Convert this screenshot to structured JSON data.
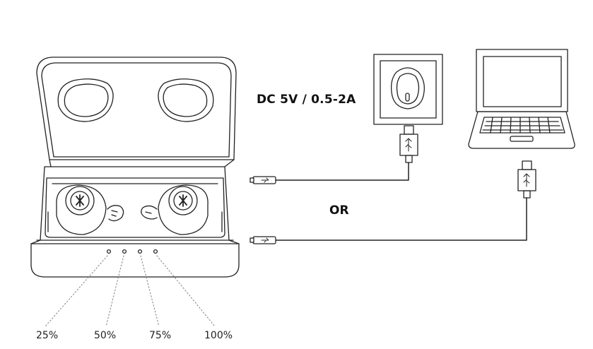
{
  "diagram": {
    "power_spec": "DC 5V / 0.5-2A",
    "or_label": "OR",
    "battery_levels": [
      "25%",
      "50%",
      "75%",
      "100%"
    ]
  }
}
